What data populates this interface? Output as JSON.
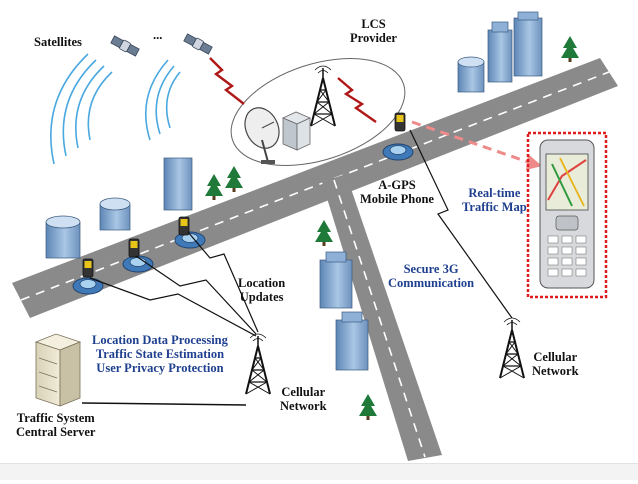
{
  "labels": {
    "satellites": "Satellites",
    "ellipsis": "...",
    "lcs_provider_line1": "LCS",
    "lcs_provider_line2": "Provider",
    "agps_line1": "A-GPS",
    "agps_line2": "Mobile Phone",
    "realtime_line1": "Real-time",
    "realtime_line2": "Traffic Map",
    "location_updates_line1": "Location",
    "location_updates_line2": "Updates",
    "secure_line1": "Secure 3G",
    "secure_line2": "Communication",
    "processing_line1": "Location Data Processing",
    "processing_line2": "Traffic State Estimation",
    "processing_line3": "User Privacy Protection",
    "cellular_center_line1": "Cellular",
    "cellular_center_line2": "Network",
    "cellular_right_line1": "Cellular",
    "cellular_right_line2": "Network",
    "server_line1": "Traffic System",
    "server_line2": "Central Server"
  },
  "colors": {
    "road": "#8a8a8a",
    "road_stripe": "#ffffff",
    "label_blue": "#1f3f8f",
    "signal_red": "#b01818",
    "highlight_red": "#e01b1b",
    "satellite_wave": "#4aa8e0",
    "building_blue": "#7fa6cf",
    "tree_green": "#1f7a3a",
    "car_blue": "#3f79b8"
  },
  "icons": [
    "satellite-icon",
    "cell-tower-icon",
    "satellite-dish-icon",
    "server-icon",
    "mobile-phone-icon",
    "car-icon",
    "building-icon",
    "tree-icon",
    "lightning-link-icon",
    "handheld-map-phone-icon"
  ]
}
